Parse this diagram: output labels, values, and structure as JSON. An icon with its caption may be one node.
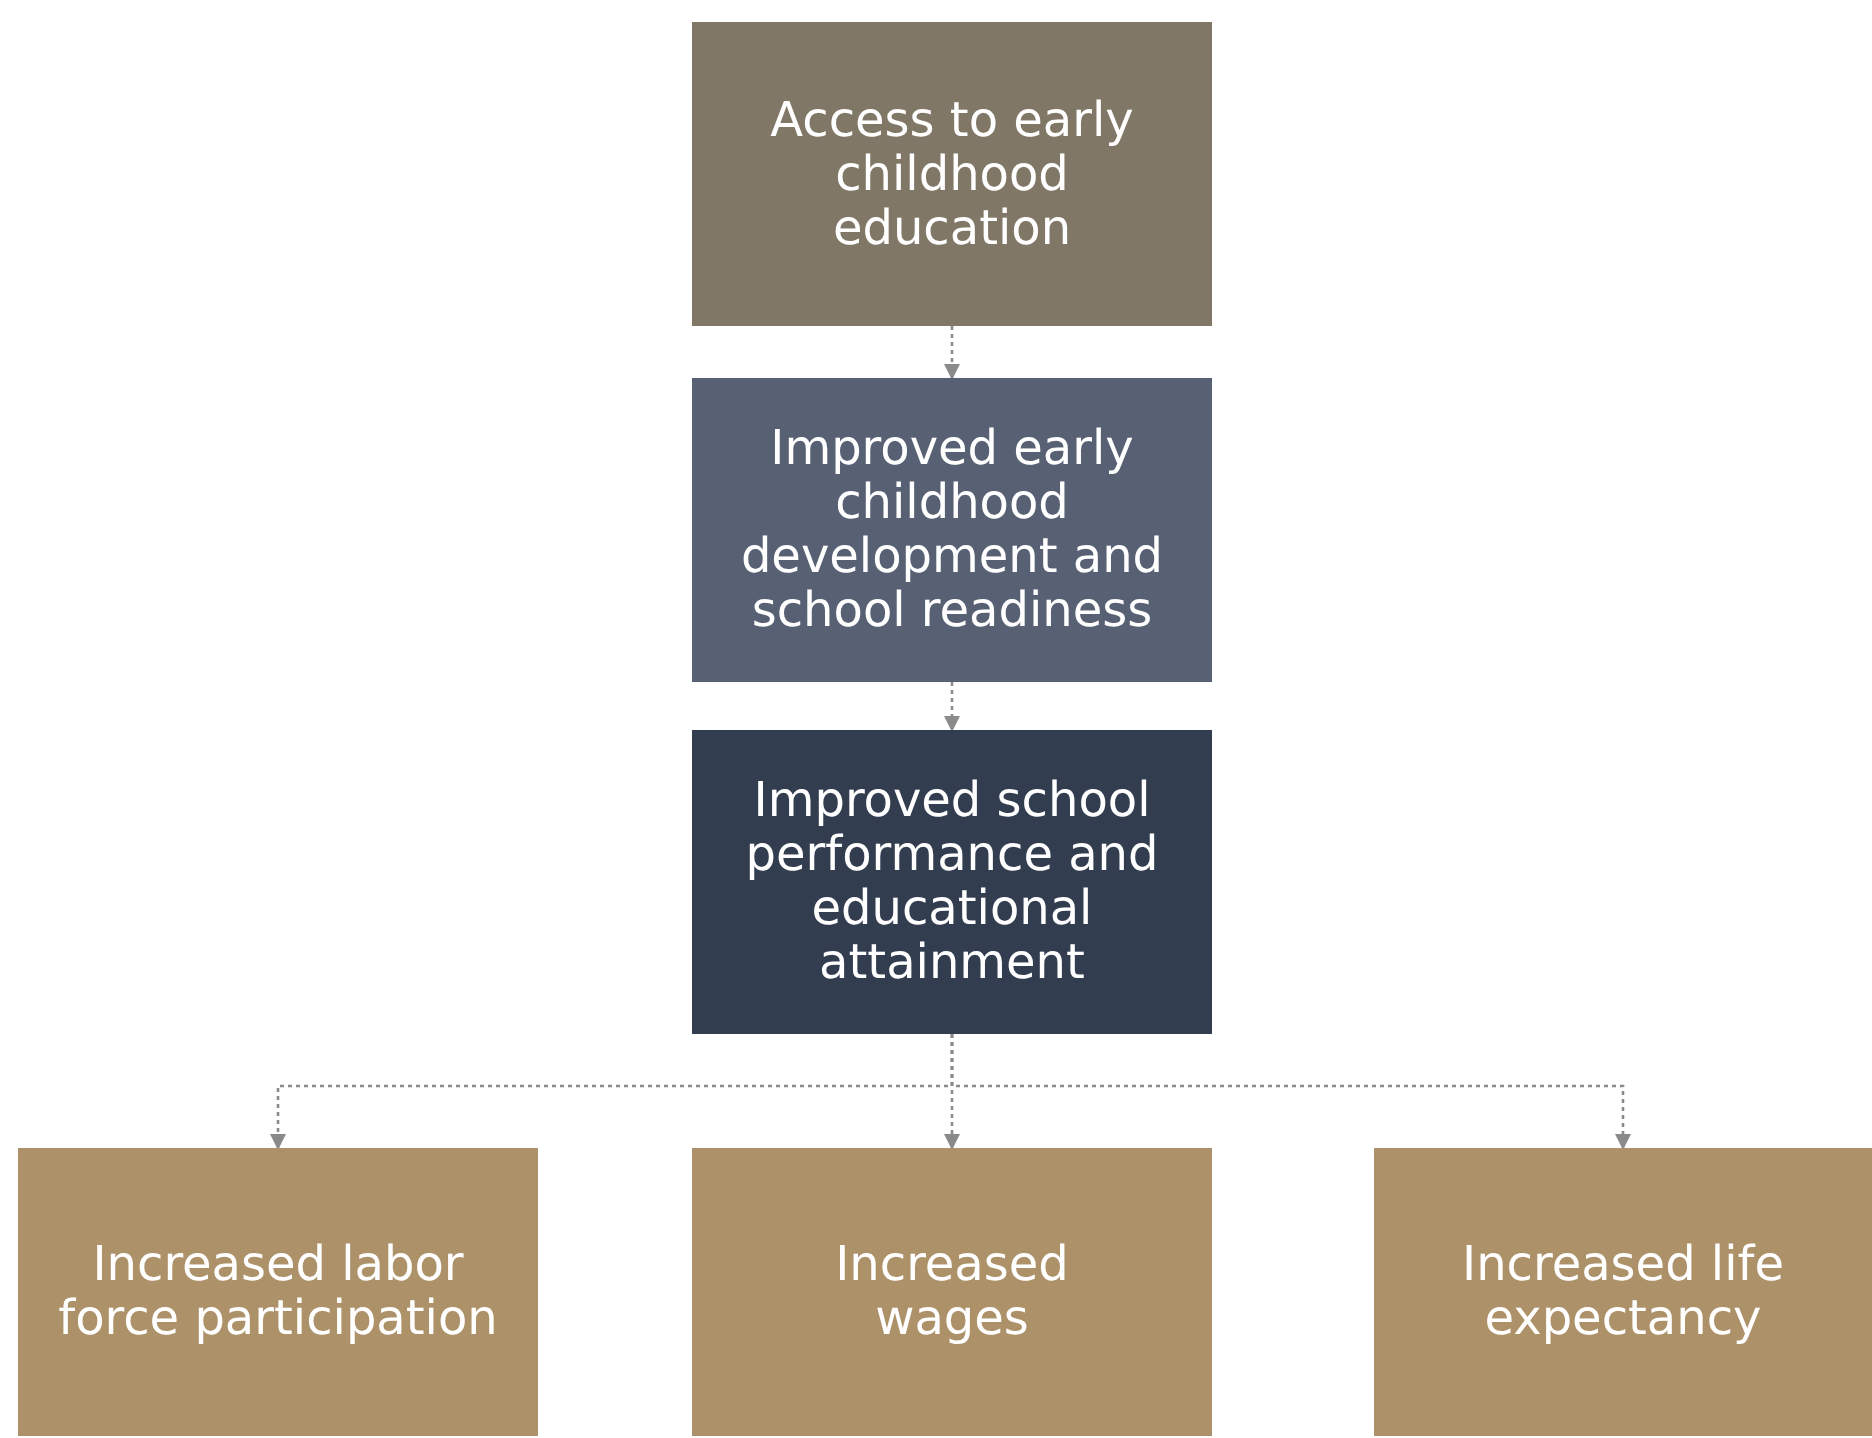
{
  "diagram": {
    "nodes": [
      {
        "text": [
          "Access to early childhood education"
        ]
      },
      {
        "text": [
          "Improved early childhood development and school readiness"
        ]
      },
      {
        "text": [
          "Improved school performance and educational attainment"
        ]
      },
      {
        "text": [
          "Increased labor force participation"
        ]
      },
      {
        "text": [
          "Increased wages"
        ]
      },
      {
        "text": [
          "Increased life expectancy"
        ]
      }
    ],
    "edges": [
      {
        "from": 0,
        "to": 1,
        "arrow": "to",
        "style": "dashed"
      },
      {
        "from": 1,
        "to": 2,
        "arrow": "to",
        "style": "dashed"
      },
      {
        "from": 2,
        "to": 3,
        "arrow": "to",
        "style": "dashed"
      },
      {
        "from": 2,
        "to": 4,
        "arrow": "to",
        "style": "dashed"
      },
      {
        "from": 2,
        "to": 5,
        "arrow": "to",
        "style": "dashed"
      }
    ]
  }
}
